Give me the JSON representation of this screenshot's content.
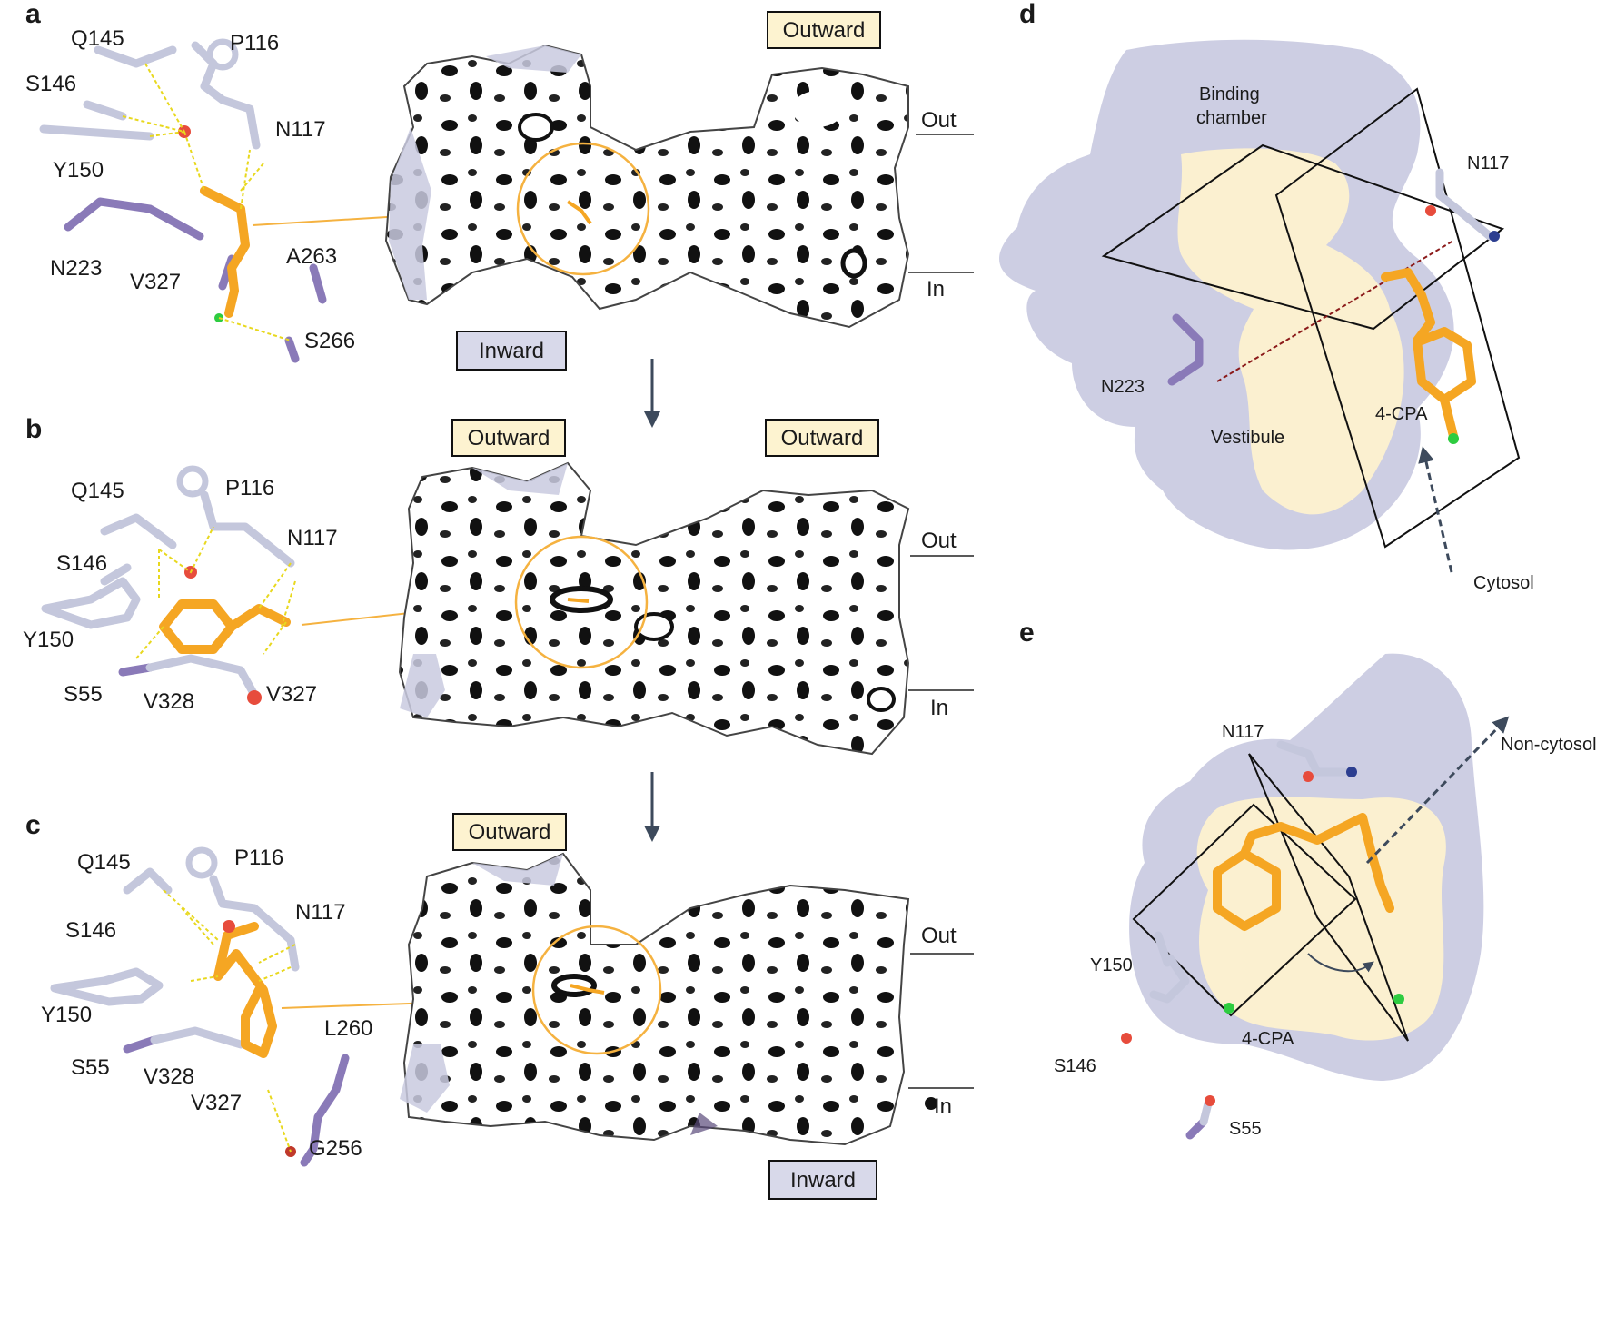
{
  "panels": {
    "a": {
      "label": "a",
      "residues": [
        "Q145",
        "P116",
        "S146",
        "N117",
        "Y150",
        "N223",
        "V327",
        "A263",
        "S266"
      ],
      "state_top": "Outward",
      "state_bottom": "Inward",
      "membrane_out": "Out",
      "membrane_in": "In"
    },
    "b": {
      "label": "b",
      "residues": [
        "Q145",
        "P116",
        "S146",
        "N117",
        "Y150",
        "S55",
        "V328",
        "V327"
      ],
      "state_left": "Outward",
      "state_right": "Outward",
      "membrane_out": "Out",
      "membrane_in": "In"
    },
    "c": {
      "label": "c",
      "residues": [
        "Q145",
        "P116",
        "N117",
        "S146",
        "Y150",
        "L260",
        "S55",
        "V328",
        "V327",
        "G256"
      ],
      "state_top": "Outward",
      "state_bottom": "Inward",
      "membrane_out": "Out",
      "membrane_in": "In"
    },
    "d": {
      "label": "d",
      "binding_chamber": "Binding\nchamber",
      "binding_line1": "Binding",
      "binding_line2": "chamber",
      "residues": [
        "N117",
        "N223"
      ],
      "ligand": "4-CPA",
      "vestibule": "Vestibule",
      "cytosol": "Cytosol"
    },
    "e": {
      "label": "e",
      "residues": [
        "N117",
        "Y150",
        "S146",
        "S55"
      ],
      "ligand": "4-CPA",
      "non_cytosol": "Non-cytosol"
    }
  },
  "colors": {
    "ligand": "#f5a623",
    "protein_grey": "#c4c7dc",
    "protein_purple": "#8a7ab8",
    "outward_box": "#fdf3d0",
    "inward_box": "#d8d9ea",
    "chamber": "#fdf1cf",
    "envelope": "#c8c9e0",
    "hbond": "#e8d81e"
  },
  "icons": [
    "down-arrow-icon",
    "dashed-arrow-icon",
    "curved-arrow-icon"
  ]
}
